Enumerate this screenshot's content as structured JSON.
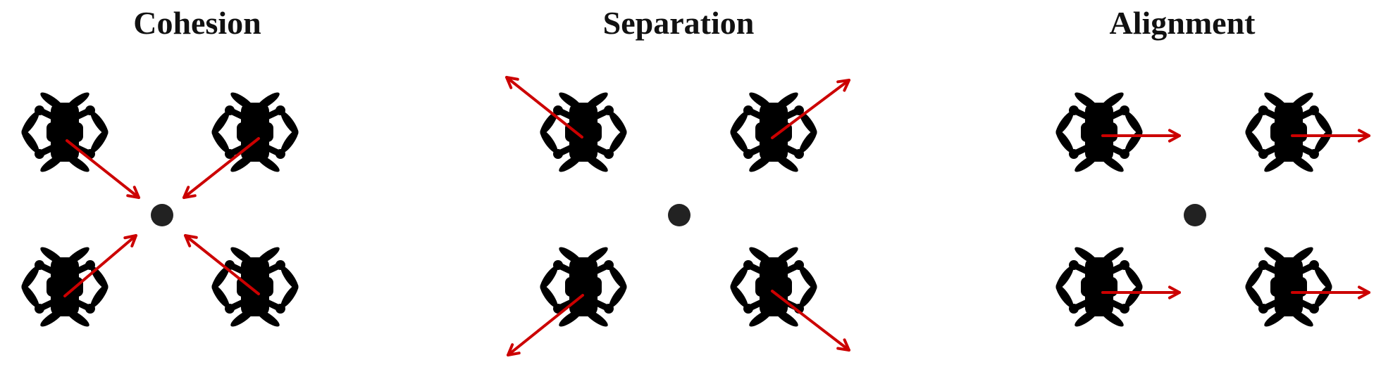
{
  "panels": [
    {
      "title": "Cohesion"
    },
    {
      "title": "Separation"
    },
    {
      "title": "Alignment"
    }
  ],
  "colors": {
    "drone": "#000000",
    "arrow": "#cc0000",
    "center": "#222222"
  },
  "icons": {
    "drone": "quadcopter-drone-icon",
    "center": "swarm-center-dot"
  }
}
